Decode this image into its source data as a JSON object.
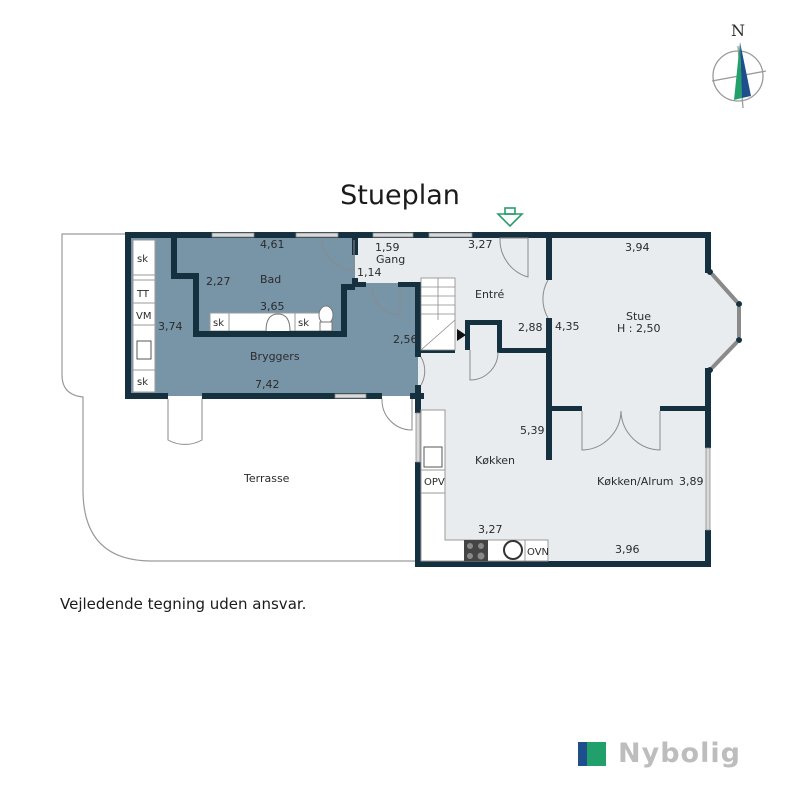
{
  "title": "Stueplan",
  "disclaimer": "Vejledende tegning uden ansvar.",
  "brand": {
    "name": "Nybolig",
    "colors": {
      "blue": "#1f4e8c",
      "green": "#22a06b",
      "text": "#bdbdbd"
    }
  },
  "compass": {
    "label": "N"
  },
  "colors": {
    "wall": "#15303f",
    "wet_room": "#7895a8",
    "living": "#e8ecef",
    "outline": "#9a9a9a",
    "entry_arrow": "#2a9d6a"
  },
  "rooms": {
    "bad": {
      "name": "Bad",
      "dims": [
        "4,61",
        "2,27",
        "3,65"
      ]
    },
    "bryggers": {
      "name": "Bryggers",
      "dims": [
        "3,74",
        "7,42",
        "2,56"
      ]
    },
    "gang": {
      "name": "Gang",
      "dims": [
        "1,59",
        "1,14"
      ]
    },
    "entre": {
      "name": "Entré",
      "dims": [
        "3,27",
        "2,88"
      ]
    },
    "stue": {
      "name": "Stue",
      "height": "H : 2,50",
      "dims": [
        "3,94",
        "4,35"
      ]
    },
    "kokken": {
      "name": "Køkken",
      "dims": [
        "5,39",
        "3,27"
      ]
    },
    "kokken_alrum": {
      "name": "Køkken/Alrum",
      "dims": [
        "3,89",
        "3,96"
      ]
    },
    "terrasse": {
      "name": "Terrasse"
    }
  },
  "fixtures": {
    "sk": "sk",
    "tt": "TT",
    "vm": "VM",
    "opv": "OPV",
    "ovn": "OVN"
  }
}
